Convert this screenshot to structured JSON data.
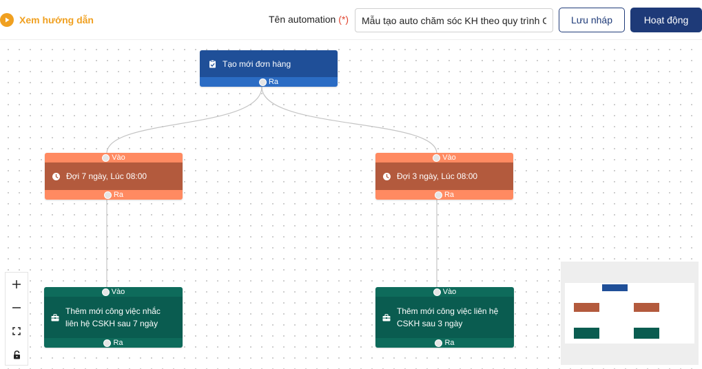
{
  "header": {
    "guide_label": "Xem hướng dẫn",
    "name_label": "Tên automation",
    "required_mark": "(*)",
    "name_value": "Mẫu tạo auto chăm sóc KH theo quy trình C",
    "save_draft_label": "Lưu nháp",
    "activate_label": "Hoạt động"
  },
  "ports": {
    "in_label": "Vào",
    "out_label": "Ra"
  },
  "nodes": {
    "trigger": {
      "label": "Tạo mới đơn hàng",
      "icon": "clipboard-check-icon"
    },
    "wait_left": {
      "label": "Đợi 7 ngày, Lúc 08:00",
      "icon": "clock-icon"
    },
    "wait_right": {
      "label": "Đợi 3 ngày, Lúc 08:00",
      "icon": "clock-icon"
    },
    "task_left": {
      "line1": "Thêm mới công việc nhắc",
      "line2": "liên hệ CSKH sau 7 ngày",
      "icon": "briefcase-icon"
    },
    "task_right": {
      "line1": "Thêm mới công việc liên hệ",
      "line2": "CSKH sau 3 ngày",
      "icon": "briefcase-icon"
    }
  },
  "controls": [
    "zoom-in-icon",
    "zoom-out-icon",
    "fit-view-icon",
    "lock-icon"
  ],
  "colors": {
    "accent_orange": "#f0a020",
    "primary_navy": "#1e3a78",
    "trigger": "#1f4f98",
    "trigger_port": "#2b6cc4",
    "wait": "#b35a3d",
    "wait_port": "#ff8a61",
    "task": "#0a5c50",
    "task_port": "#0e6b5b",
    "edge": "#c4c4c4"
  }
}
